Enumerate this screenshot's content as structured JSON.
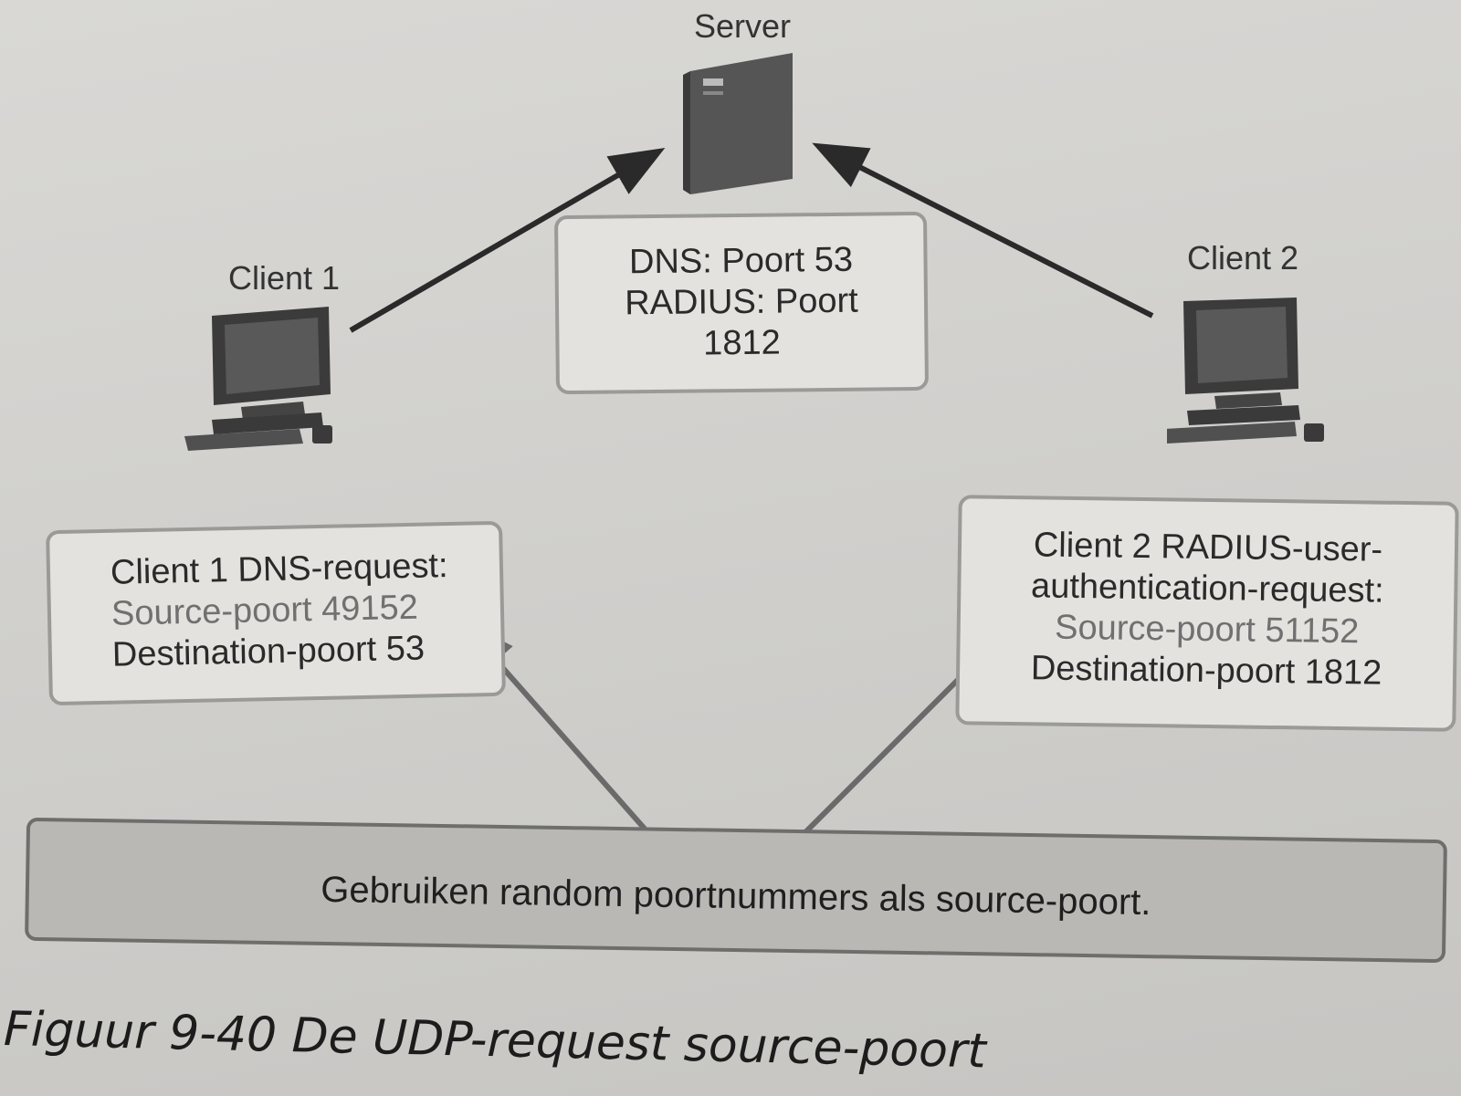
{
  "nodes": {
    "server": "Server",
    "client1": "Client 1",
    "client2": "Client 2"
  },
  "server_ports": {
    "line1": "DNS: Poort 53",
    "line2": "RADIUS: Poort",
    "line3": "1812"
  },
  "client1_request": {
    "title": "Client 1 DNS-request:",
    "source": "Source-poort 49152",
    "destination": "Destination-poort 53"
  },
  "client2_request": {
    "title_line1": "Client 2 RADIUS-user-",
    "title_line2": "authentication-request:",
    "source": "Source-poort 51152",
    "destination": "Destination-poort 1812"
  },
  "banner": "Gebruiken random poortnummers als source-poort.",
  "caption": "Figuur 9-40  De UDP-request source-poort",
  "icons": [
    "server-icon",
    "computer-icon",
    "computer-icon"
  ]
}
